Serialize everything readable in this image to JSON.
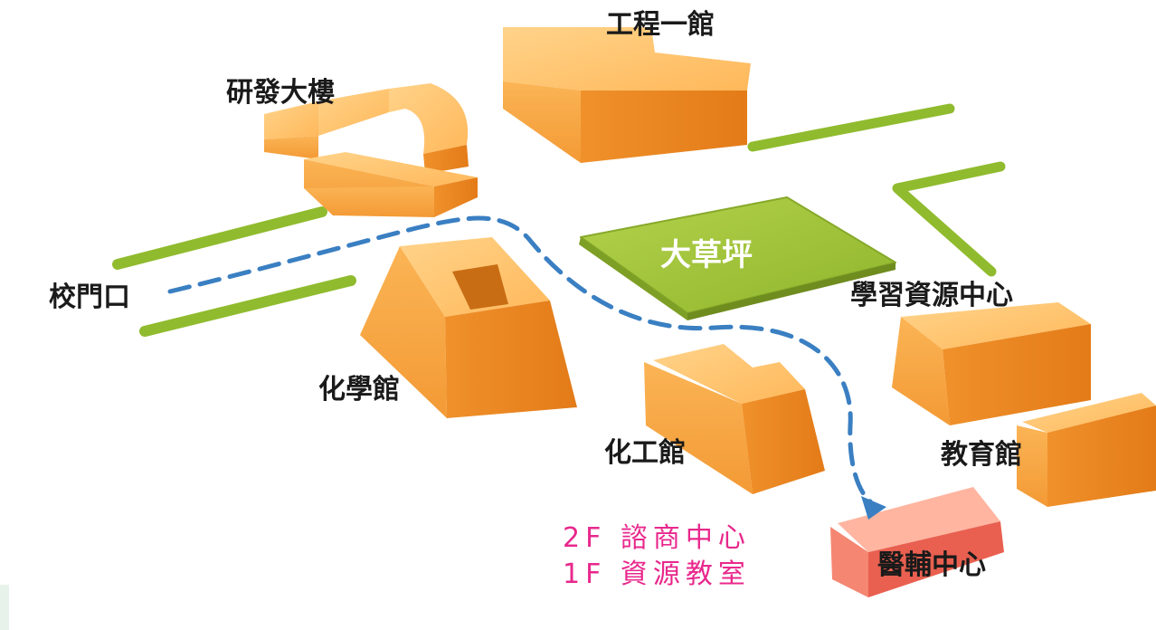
{
  "colors": {
    "building_top": "#ffc46e",
    "building_left": "#f7a43e",
    "building_right": "#eb8520",
    "target_top": "#ffb5a0",
    "target_left": "#f58672",
    "target_right": "#e96050",
    "lawn": "#a3c83a",
    "lawn_edge": "#86a92a",
    "road": "#90bb2e",
    "route": "#3a7fc2",
    "note_text": "#e8288c",
    "label_text": "#1a1a1a"
  },
  "labels": {
    "engineering_hall_1": "工程一館",
    "rnd_building": "研發大樓",
    "main_lawn": "大草坪",
    "school_gate": "校門口",
    "learning_resource_center": "學習資源中心",
    "chemistry_hall": "化學館",
    "chemical_engineering_hall": "化工館",
    "education_hall": "教育館",
    "health_center": "醫輔中心"
  },
  "destination_note": {
    "line_1": "2F 諮商中心",
    "line_2": "1F 資源教室"
  },
  "icons": {
    "route": "dashed-route-line",
    "arrow": "arrowhead-icon"
  }
}
